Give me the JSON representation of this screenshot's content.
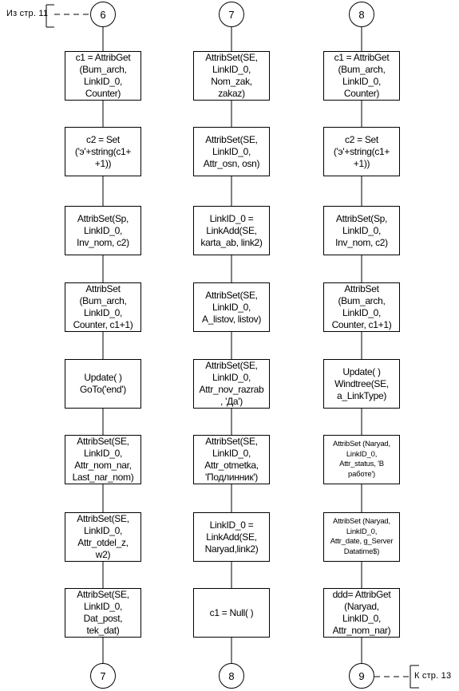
{
  "offpage_in": {
    "text": "Из стр. 11"
  },
  "offpage_out": {
    "text": "К стр. 13"
  },
  "columns": [
    {
      "top_connector": "6",
      "boxes": [
        "c1 = AttribGet\n(Bum_arch,\nLinkID_0,\nCounter)",
        "c2 = Set\n('э'+string(c1+\n+1))",
        "AttribSet(Sp,\nLinkID_0,\nInv_nom, c2)",
        "AttribSet\n(Bum_arch,\nLinkID_0,\nCounter, c1+1)",
        "Update( )\nGoTo('end')",
        "AttribSet(SE,\nLinkID_0,\nAttr_nom_nar,\nLast_nar_nom)",
        "AttribSet(SE,\nLinkID_0,\nAttr_otdel_z,\nw2)",
        "AttribSet(SE,\nLinkID_0,\nDat_post,\ntek_dat)"
      ],
      "bottom_connector": "7"
    },
    {
      "top_connector": "7",
      "boxes": [
        "AttribSet(SE,\nLinkID_0,\nNom_zak,\nzakaz)",
        "AttribSet(SE,\nLinkID_0,\nAttr_osn, osn)",
        "LinkID_0 =\nLinkAdd(SE,\nkarta_ab, link2)",
        "AttribSet(SE,\nLinkID_0,\nA_listov, listov)",
        "AttribSet(SE,\nLinkID_0,\nAttr_nov_razrab\n, 'Да')",
        "AttribSet(SE,\nLinkID_0,\nAttr_otmetka,\n'Подлинник')",
        "LinkID_0 =\nLinkAdd(SE,\nNaryad,link2)",
        "c1 = Null( )"
      ],
      "bottom_connector": "8"
    },
    {
      "top_connector": "8",
      "boxes": [
        "c1 = AttribGet\n(Bum_arch,\nLinkID_0,\nCounter)",
        "c2 = Set\n('э'+string(c1+\n+1))",
        "AttribSet(Sp,\nLinkID_0,\nInv_nom, c2)",
        "AttribSet\n(Bum_arch,\nLinkID_0,\nCounter, c1+1)",
        "Update( )\nWindtree(SE,\na_LinkType)",
        "AttribSet (Naryad,\nLinkID_0,\nAttr_status, 'В\nработе')",
        "AttribSet (Naryad,\nLinkID_0,\nAttr_date, g_Server\nDatatime$)",
        "ddd= AttribGet\n(Naryad,\nLinkID_0,\nAttr_nom_nar)"
      ],
      "bottom_connector": "9"
    }
  ]
}
